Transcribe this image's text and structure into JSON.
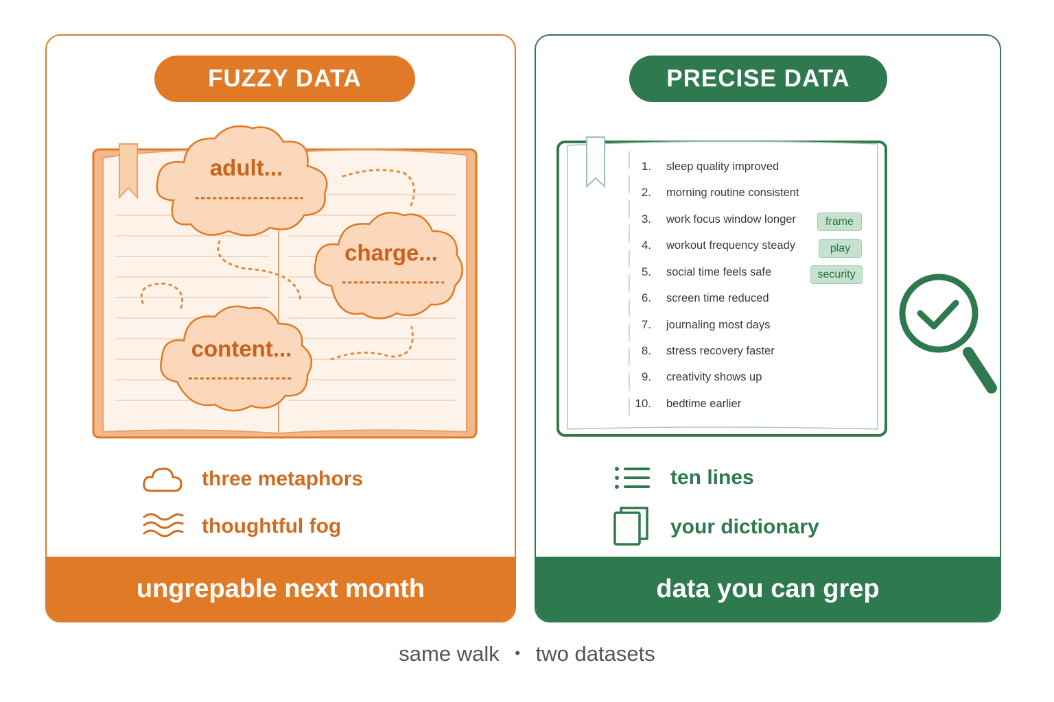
{
  "fuzzy": {
    "title": "FUZZY DATA",
    "clouds": [
      "adult...",
      "charge...",
      "content..."
    ],
    "features": [
      {
        "icon": "cloud-icon",
        "label": "three metaphors"
      },
      {
        "icon": "fog-icon",
        "label": "thoughtful fog"
      }
    ],
    "footer": "ungrepable next month",
    "color": "#e07a26"
  },
  "precise": {
    "title": "PRECISE DATA",
    "items": [
      {
        "num": "1.",
        "text": "sleep quality improved"
      },
      {
        "num": "2.",
        "text": "morning routine consistent"
      },
      {
        "num": "3.",
        "text": "work focus window longer",
        "tag": "frame"
      },
      {
        "num": "4.",
        "text": "workout frequency steady",
        "tag": "play"
      },
      {
        "num": "5.",
        "text": "social time feels safe",
        "tag": "security"
      },
      {
        "num": "6.",
        "text": "screen time reduced"
      },
      {
        "num": "7.",
        "text": "journaling most days"
      },
      {
        "num": "8.",
        "text": "stress recovery faster"
      },
      {
        "num": "9.",
        "text": "creativity shows up"
      },
      {
        "num": "10.",
        "text": "bedtime earlier"
      }
    ],
    "features": [
      {
        "icon": "list-icon",
        "label": "ten lines"
      },
      {
        "icon": "book-icon",
        "label": "your dictionary"
      }
    ],
    "footer": "data you can grep",
    "color": "#2e7a4e"
  },
  "caption": {
    "left": "same walk",
    "separator": "•",
    "right": "two datasets"
  }
}
